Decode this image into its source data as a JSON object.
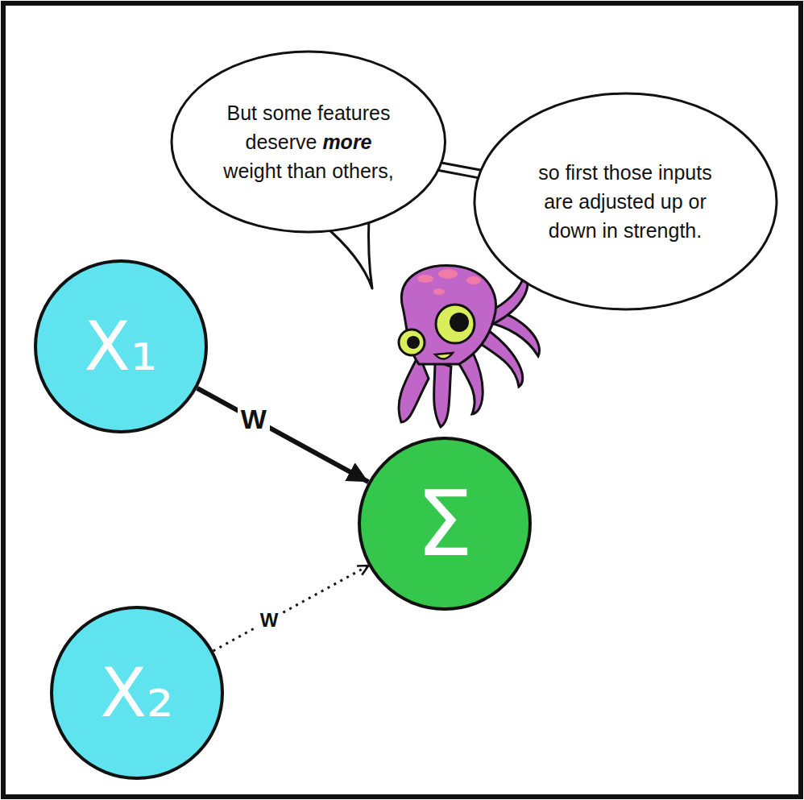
{
  "diagram": {
    "nodes": [
      {
        "text": [
          "But some features deserve more weight than others,"
        ]
      },
      {
        "text": [
          "so first those inputs are adjusted up or down in strength."
        ]
      },
      {
        "text": [
          "X₁"
        ]
      },
      {
        "text": [
          "X₂"
        ]
      },
      {
        "text": [
          "Σ"
        ]
      }
    ],
    "edges": [
      {
        "from": 0,
        "to": 1,
        "arrow": "none"
      },
      {
        "from": 2,
        "to": 4,
        "label": "W",
        "arrow": "to"
      },
      {
        "from": 3,
        "to": 4,
        "label": "W",
        "arrow": "to"
      }
    ]
  }
}
